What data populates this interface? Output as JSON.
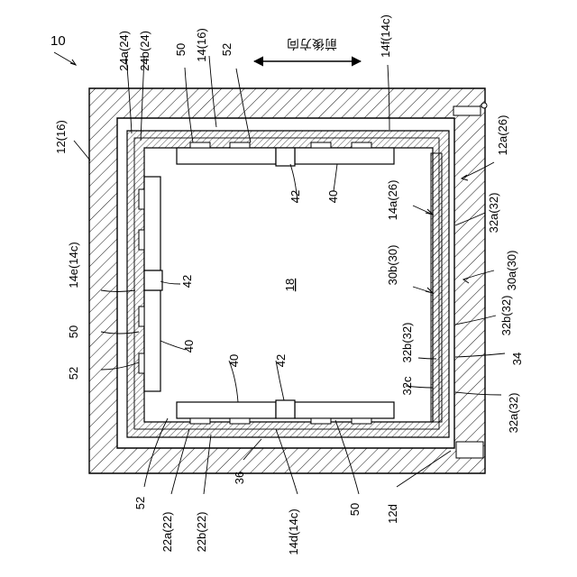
{
  "figure": {
    "ref_numeral": "10",
    "direction_label": "前後方向",
    "center_label": "18",
    "labels": {
      "l_12_16": "12(16)",
      "l_24a": "24a(24)",
      "l_24b": "24b(24)",
      "l_50_top": "50",
      "l_14_16": "14(16)",
      "l_52_top": "52",
      "l_14f": "14f(14c)",
      "l_12a": "12a(26)",
      "l_42_top": "42",
      "l_40_top": "40",
      "l_14a": "14a(26)",
      "l_32a_top": "32a(32)",
      "l_30a": "30a(30)",
      "l_30b": "30b(30)",
      "l_14e": "14e(14c)",
      "l_42_left": "42",
      "l_50_left": "50",
      "l_40_left": "40",
      "l_52_left": "52",
      "l_32b_right": "32b(32)",
      "l_32b_inner": "32b(32)",
      "l_34": "34",
      "l_32c": "32c",
      "l_32a_bottom": "32a(32)",
      "l_40_bottom": "40",
      "l_42_bottom": "42",
      "l_52_bottom": "52",
      "l_22a": "22a(22)",
      "l_22b": "22b(22)",
      "l_36": "36",
      "l_14d": "14d(14c)",
      "l_50_bottom": "50",
      "l_12d": "12d"
    }
  }
}
